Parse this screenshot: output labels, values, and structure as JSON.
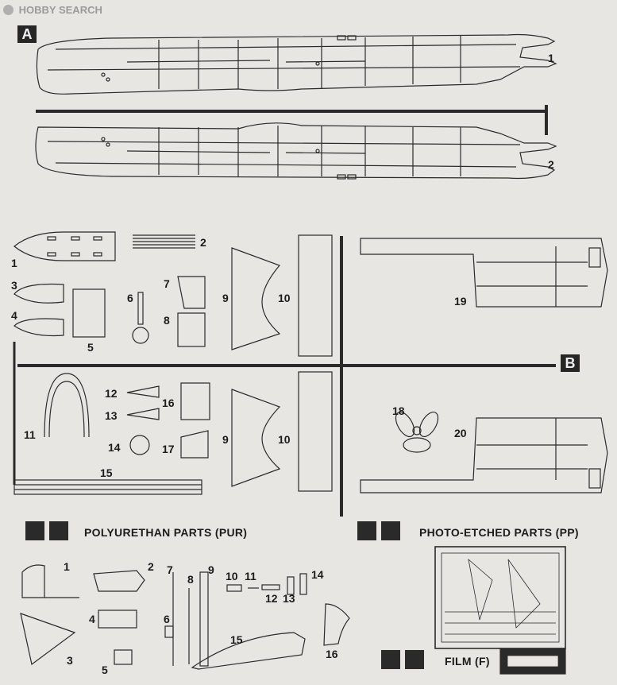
{
  "watermark": {
    "brand": "HOBBY",
    "suffix": "SEARCH"
  },
  "sections": {
    "a": "A",
    "b": "B"
  },
  "hull_parts": {
    "p1": "1",
    "p2": "2"
  },
  "pur_parts": {
    "p1": "1",
    "p2": "2",
    "p3": "3",
    "p4": "4",
    "p5": "5",
    "p6": "6",
    "p7": "7",
    "p8": "8",
    "p9": "9",
    "p10": "10",
    "p9b": "9",
    "p10b": "10",
    "p11": "11",
    "p12": "12",
    "p13": "13",
    "p14": "14",
    "p15": "15",
    "p16": "16",
    "p17": "17",
    "p18": "18",
    "p19": "19",
    "p20": "20"
  },
  "headings": {
    "pur": "POLYURETHAN PARTS (PUR)",
    "pp": "PHOTO-ETCHED PARTS (PP)",
    "film": "FILM (F)"
  },
  "pp_parts": {
    "p1": "1",
    "p2": "2",
    "p3": "3",
    "p4": "4",
    "p5": "5",
    "p6": "6",
    "p7": "7",
    "p8": "8",
    "p9": "9",
    "p10": "10",
    "p11": "11",
    "p12": "12",
    "p13": "13",
    "p14": "14",
    "p15": "15",
    "p16": "16"
  },
  "icons": [
    "tools-icon",
    "glue-icon"
  ]
}
